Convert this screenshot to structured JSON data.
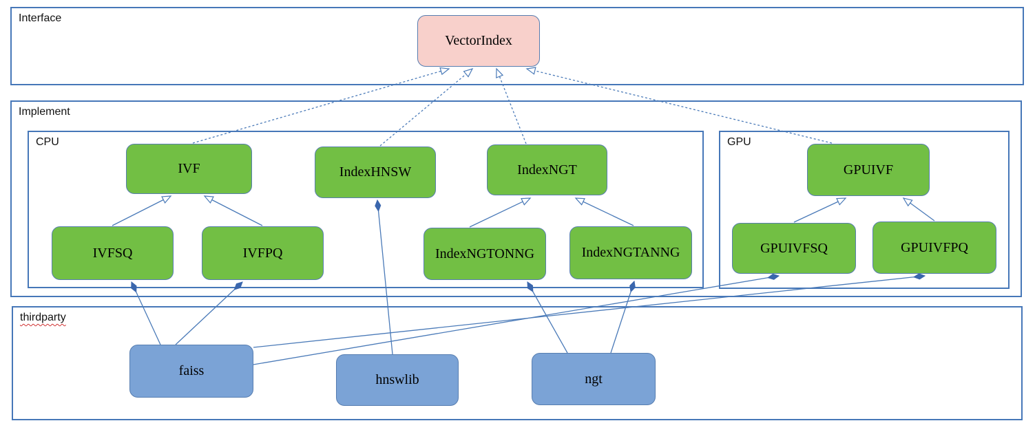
{
  "containers": {
    "interface": {
      "label": "Interface"
    },
    "implement": {
      "label": "Implement"
    },
    "cpu": {
      "label": "CPU"
    },
    "gpu": {
      "label": "GPU"
    },
    "thirdparty": {
      "label": "thirdparty"
    }
  },
  "nodes": {
    "vectorindex": {
      "label": "VectorIndex"
    },
    "ivf": {
      "label": "IVF"
    },
    "indexhnsw": {
      "label": "IndexHNSW"
    },
    "indexngt": {
      "label": "IndexNGT"
    },
    "gpuivf": {
      "label": "GPUIVF"
    },
    "ivfsq": {
      "label": "IVFSQ"
    },
    "ivfpq": {
      "label": "IVFPQ"
    },
    "indexngtonng": {
      "label": "IndexNGTONNG"
    },
    "indexngtanng": {
      "label": "IndexNGTANNG"
    },
    "gpuivfsq": {
      "label": "GPUIVFSQ"
    },
    "gpuivfpq": {
      "label": "GPUIVFPQ"
    },
    "faiss": {
      "label": "faiss"
    },
    "hnswlib": {
      "label": "hnswlib"
    },
    "ngt": {
      "label": "ngt"
    }
  },
  "colors": {
    "interface_node_fill": "#f8d0cb",
    "implement_node_fill": "#72bf44",
    "thirdparty_node_fill": "#7ba3d6",
    "container_border": "#4677b8",
    "edge_line": "#4a7ab8",
    "composition_diamond": "#3a66ad",
    "spellcheck_underline": "#d03030"
  },
  "edges": {
    "generalization_dashed": [
      {
        "from": "IVF",
        "to": "VectorIndex"
      },
      {
        "from": "IndexHNSW",
        "to": "VectorIndex"
      },
      {
        "from": "IndexNGT",
        "to": "VectorIndex"
      },
      {
        "from": "GPUIVF",
        "to": "VectorIndex"
      }
    ],
    "generalization_solid": [
      {
        "from": "IVFSQ",
        "to": "IVF"
      },
      {
        "from": "IVFPQ",
        "to": "IVF"
      },
      {
        "from": "IndexNGTONNG",
        "to": "IndexNGT"
      },
      {
        "from": "IndexNGTANNG",
        "to": "IndexNGT"
      },
      {
        "from": "GPUIVFSQ",
        "to": "GPUIVF"
      },
      {
        "from": "GPUIVFPQ",
        "to": "GPUIVF"
      }
    ],
    "composition": [
      {
        "from": "faiss",
        "to": "IVFSQ"
      },
      {
        "from": "faiss",
        "to": "IVFPQ"
      },
      {
        "from": "faiss",
        "to": "GPUIVFSQ"
      },
      {
        "from": "faiss",
        "to": "GPUIVFPQ"
      },
      {
        "from": "hnswlib",
        "to": "IndexHNSW"
      },
      {
        "from": "ngt",
        "to": "IndexNGTONNG"
      },
      {
        "from": "ngt",
        "to": "IndexNGTANNG"
      }
    ]
  }
}
